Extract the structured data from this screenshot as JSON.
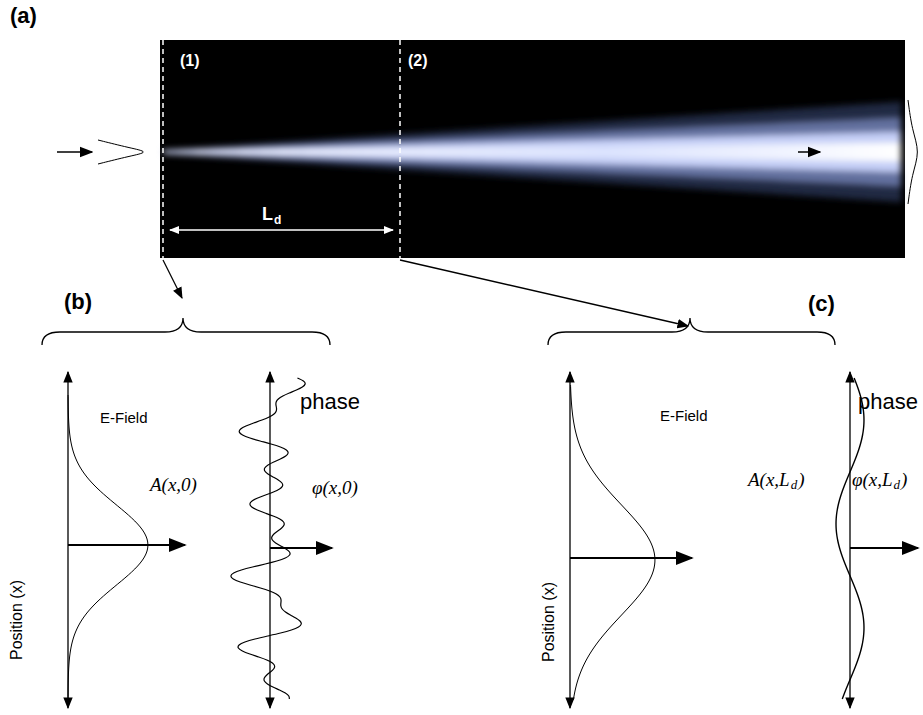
{
  "diagram": {
    "labels": [
      "(a)",
      "(1)",
      "(2)",
      "L",
      "d",
      "(b)",
      "(c)",
      "E-Field",
      "phase",
      "A(x,0)",
      "φ(x,0)",
      "Position (x)",
      "E-Field",
      "phase",
      "A(x,L",
      "d",
      ")",
      "φ(x,L",
      "d",
      ")",
      "Position (x)"
    ]
  }
}
